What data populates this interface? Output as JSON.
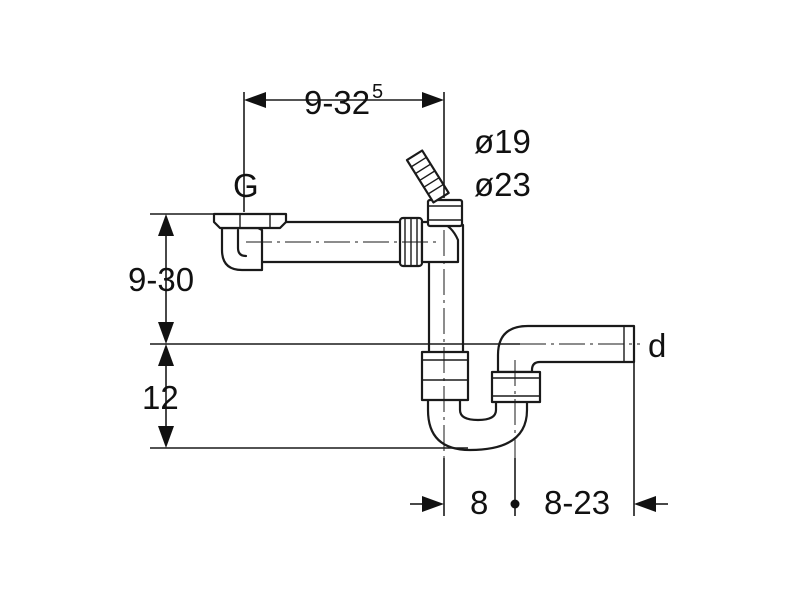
{
  "labels": {
    "width_dim": "9-32",
    "width_dim_sup": "5",
    "inlet_label": "G",
    "hose_d1": "ø19",
    "hose_d2": "ø23",
    "height_dim": "9-30",
    "depth_dim": "12",
    "outlet_label": "d",
    "offset_dim": "8",
    "outlet_dim": "8-23"
  }
}
